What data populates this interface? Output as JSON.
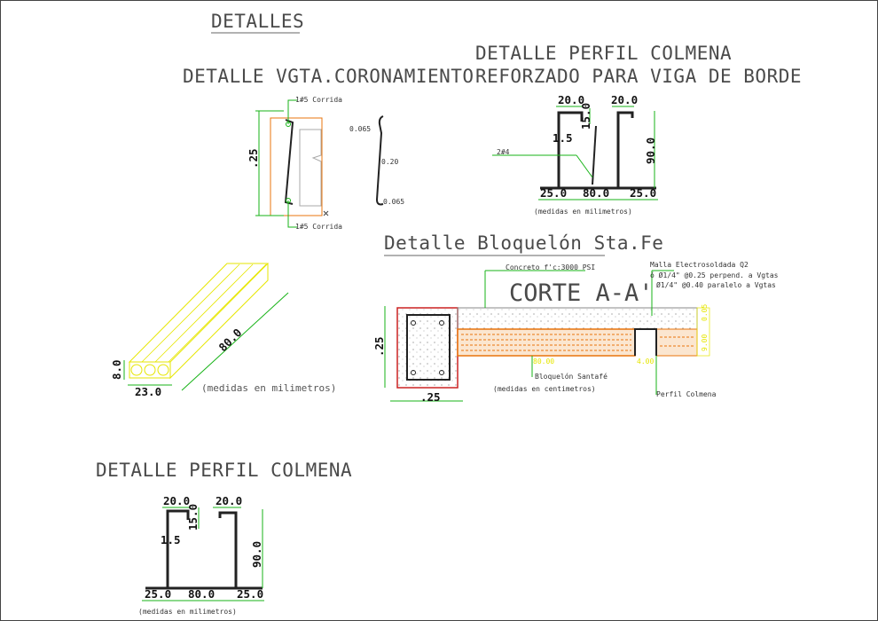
{
  "titles": {
    "detalles": "DETALLES",
    "vgta": "DETALLE VGTA.CORONAMIENTO",
    "perfil_reforzado_1": "DETALLE PERFIL COLMENA",
    "perfil_reforzado_2": "REFORZADO PARA VIGA DE BORDE",
    "bloquelon": "Detalle Bloquelón Sta.Fe",
    "corte": "CORTE A-A'",
    "perfil": "DETALLE PERFIL COLMENA"
  },
  "vgta": {
    "top_note": "1#5 Corrida",
    "bottom_note": "1#5 Corrida",
    "height": ".25",
    "dim_top": "0.065",
    "dim_mid": "0.20",
    "dim_bot": "0.065"
  },
  "perfil_reforzado": {
    "top_left": "20.0",
    "top_right": "20.0",
    "lip": "15.0",
    "thickness": "1.5",
    "height": "90.0",
    "bar_note": "2#4",
    "bottom_left": "25.0",
    "bottom_mid": "80.0",
    "bottom_right": "25.0",
    "units": "(medidas en milimetros)"
  },
  "bloque_iso": {
    "length": "80.0",
    "width": "23.0",
    "height": "8.0",
    "units": "(medidas en milimetros)"
  },
  "corte": {
    "concrete_note": "Concreto f'c:3000 PSI",
    "malla_1": "Malla Electrosoldada Q2",
    "malla_2": "ó Ø1/4\" @0.25 perpend. a Vgtas",
    "malla_3": "Ø1/4\" @0.40 paralelo a Vgtas",
    "height": ".25",
    "width": ".25",
    "block_label": "Bloquelón Santafé",
    "units": "(medidas en centimetros)",
    "perfil_label": "Perfil Colmena",
    "dim_a": "80.00",
    "dim_b": "4.00",
    "dim_c": "9.00",
    "dim_d": "0.05"
  },
  "perfil": {
    "top_left": "20.0",
    "top_right": "20.0",
    "lip": "15.0",
    "thickness": "1.5",
    "height": "90.0",
    "bottom_left": "25.0",
    "bottom_mid": "80.0",
    "bottom_right": "25.0",
    "units": "(medidas en milimetros)"
  },
  "colors": {
    "dimension_green": "#17b317",
    "block_yellow": "#e6e600",
    "brick_orange": "#e8740c",
    "concrete_red": "#cc2222",
    "text_gray": "#4a4a4a"
  }
}
